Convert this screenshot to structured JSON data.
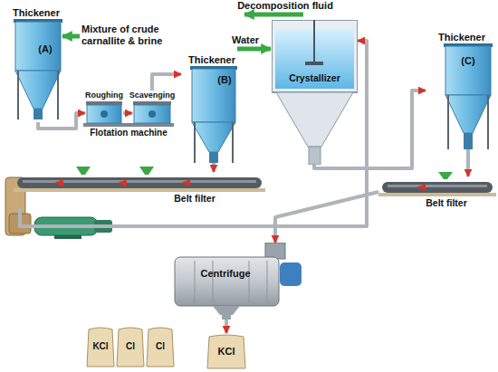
{
  "diagram": {
    "nodes": [
      {
        "text": [
          "Thickener",
          "(A)"
        ]
      },
      {
        "text": [
          "Flotation machine"
        ]
      },
      {
        "text": [
          "Roughing"
        ],
        "in": 1
      },
      {
        "text": [
          "Scavenging"
        ],
        "in": 1
      },
      {
        "text": [
          "Thickener",
          "(B)"
        ]
      },
      {
        "text": [
          "Crystallizer"
        ]
      },
      {
        "text": [
          "Thickener",
          "(C)"
        ]
      },
      {
        "text": [
          "Belt filter"
        ]
      },
      {
        "text": [
          "Belt filter"
        ]
      },
      {
        "text": [
          "Centrifuge"
        ]
      },
      {
        "text": [
          "KCl"
        ]
      },
      {
        "text": [
          "KCl"
        ]
      },
      {
        "text": [
          "Cl"
        ]
      },
      {
        "text": [
          "Cl"
        ]
      }
    ],
    "edges": [
      {
        "from": 0,
        "to": 2,
        "arrow": "to"
      },
      {
        "from": 2,
        "to": 3,
        "arrow": "to"
      },
      {
        "from": 3,
        "to": 4,
        "arrow": "to"
      },
      {
        "from": 4,
        "to": 7,
        "arrow": "to"
      },
      {
        "from": 7,
        "to": 5,
        "arrow": "to"
      },
      {
        "from": 5,
        "to": 6,
        "arrow": "to"
      },
      {
        "from": 6,
        "to": 8,
        "arrow": "to"
      },
      {
        "from": 8,
        "to": 9,
        "arrow": "to"
      },
      {
        "from": 9,
        "to": 10,
        "arrow": "to"
      }
    ],
    "labels": [
      "Mixture of crude carnallite & brine",
      "Decomposition fluid",
      "Water"
    ]
  }
}
